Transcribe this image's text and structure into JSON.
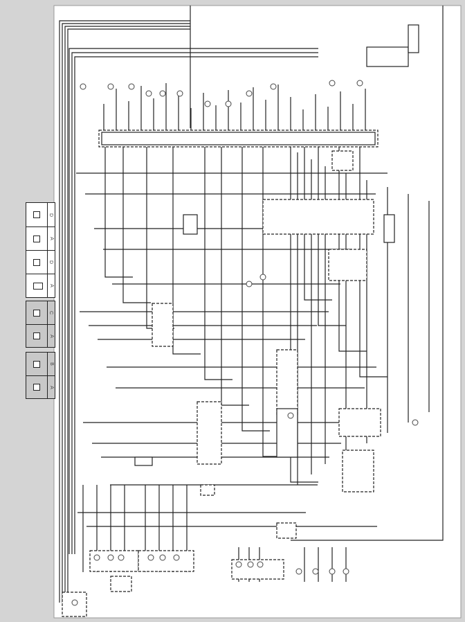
{
  "legend": {
    "group1": [
      "D",
      "A",
      "D",
      "A"
    ],
    "group2": [
      "C",
      "A"
    ],
    "group3": [
      "B",
      "A"
    ]
  },
  "colors": {
    "background": "#d4d4d4",
    "panel": "#ffffff",
    "wire": "#222222"
  }
}
